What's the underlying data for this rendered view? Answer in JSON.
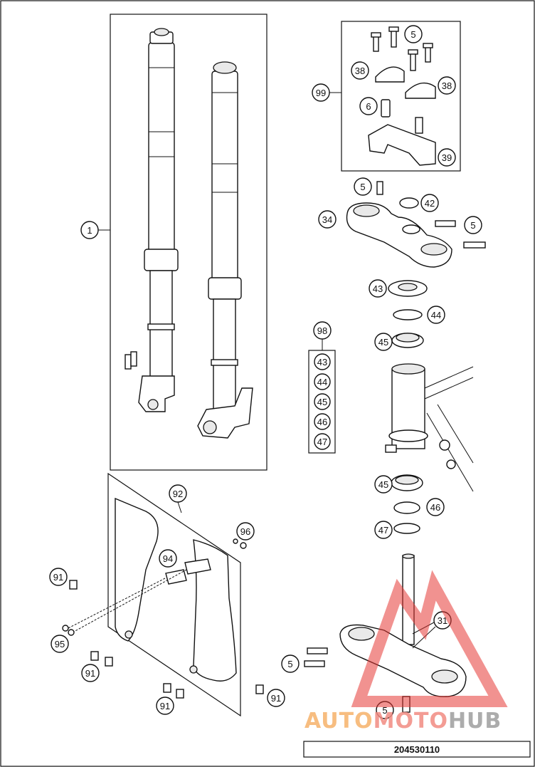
{
  "diagram": {
    "doc_number": "204530110",
    "callouts": {
      "c1": "1",
      "c5a": "5",
      "c38a": "38",
      "c38b": "38",
      "c99": "99",
      "c6": "6",
      "c39": "39",
      "c5b": "5",
      "c42": "42",
      "c34": "34",
      "c5c": "5",
      "c43": "43",
      "c44": "44",
      "c45": "45",
      "c98": "98",
      "c98_43": "43",
      "c98_44": "44",
      "c98_45": "45",
      "c98_46": "46",
      "c98_47": "47",
      "c45b": "45",
      "c46": "46",
      "c47": "47",
      "c92": "92",
      "c96": "96",
      "c94": "94",
      "c91a": "91",
      "c95": "95",
      "c91b": "91",
      "c91c": "91",
      "c91d": "91",
      "c5d": "5",
      "c31": "31",
      "c5e": "5"
    }
  },
  "watermark": {
    "logo_parts": [
      "AUTO",
      "MOTO",
      "HUB"
    ],
    "colors": {
      "auto": "#f6b26b",
      "moto": "#f28b82",
      "hub": "#9e9e9e",
      "triangle": "#e53935"
    }
  }
}
